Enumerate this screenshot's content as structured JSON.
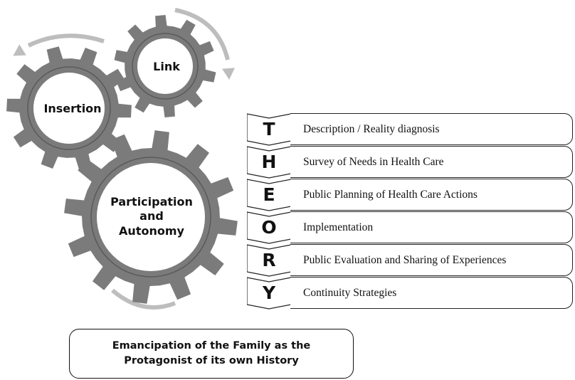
{
  "gears": {
    "link": "Link",
    "insertion": "Insertion",
    "participation_lines": [
      "Participation",
      "and",
      "Autonomy"
    ]
  },
  "theory": [
    {
      "letter": "T",
      "text": "Description / Reality diagnosis"
    },
    {
      "letter": "H",
      "text": "Survey of Needs in Health Care"
    },
    {
      "letter": "E",
      "text": "Public Planning of Health Care Actions"
    },
    {
      "letter": "O",
      "text": "Implementation"
    },
    {
      "letter": "R",
      "text": "Public Evaluation and Sharing of Experiences"
    },
    {
      "letter": "Y",
      "text": "Continuity Strategies"
    }
  ],
  "emancipation_lines": [
    "Emancipation of the Family as the",
    "Protagonist of its own History"
  ],
  "colors": {
    "gear_fill": "#7b7b7b",
    "gear_inner": "#ffffff",
    "arrow": "#bdbdbd",
    "outline": "#222222"
  }
}
